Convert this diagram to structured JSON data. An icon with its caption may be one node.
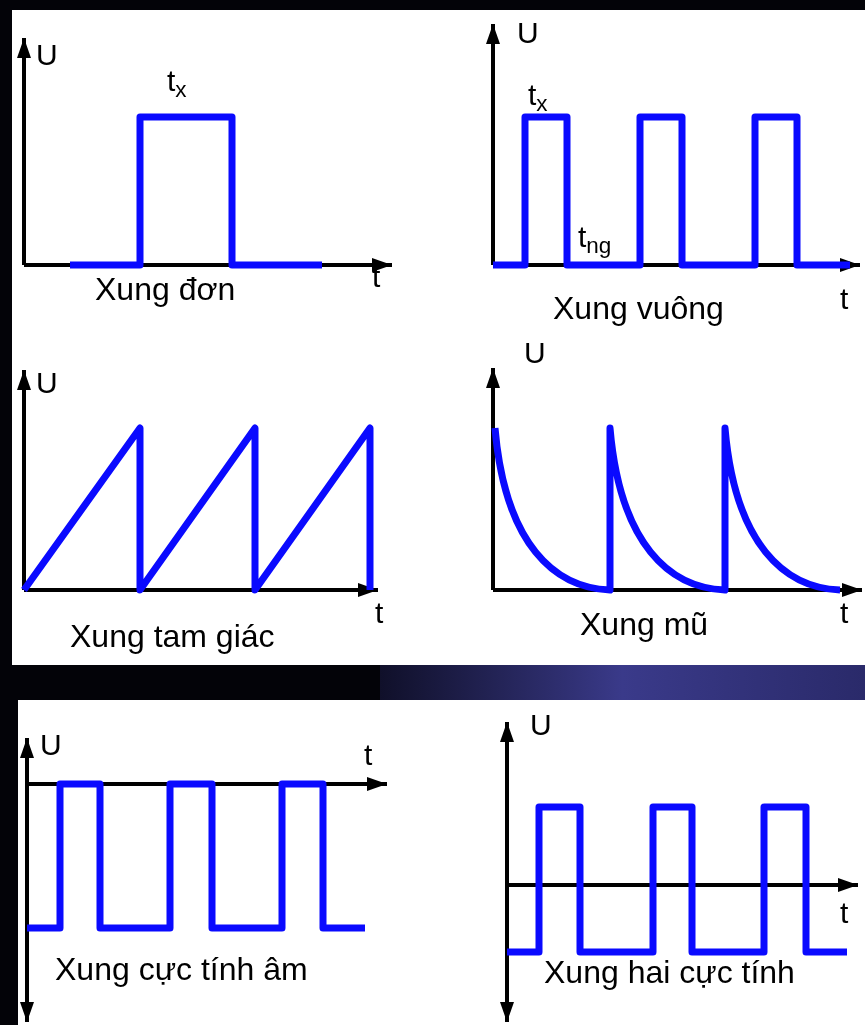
{
  "diagram": {
    "labels": [
      "U",
      "t$_{x}$",
      "t",
      "Xung đơn",
      "U",
      "t$_{x}$",
      "t$_{ng}$",
      "t",
      "Xung vuông",
      "U",
      "t",
      "Xung tam giác",
      "U",
      "t",
      "Xung mũ",
      "U",
      "t",
      "Xung cực tính âm",
      "U",
      "t",
      "Xung hai cực tính"
    ]
  }
}
